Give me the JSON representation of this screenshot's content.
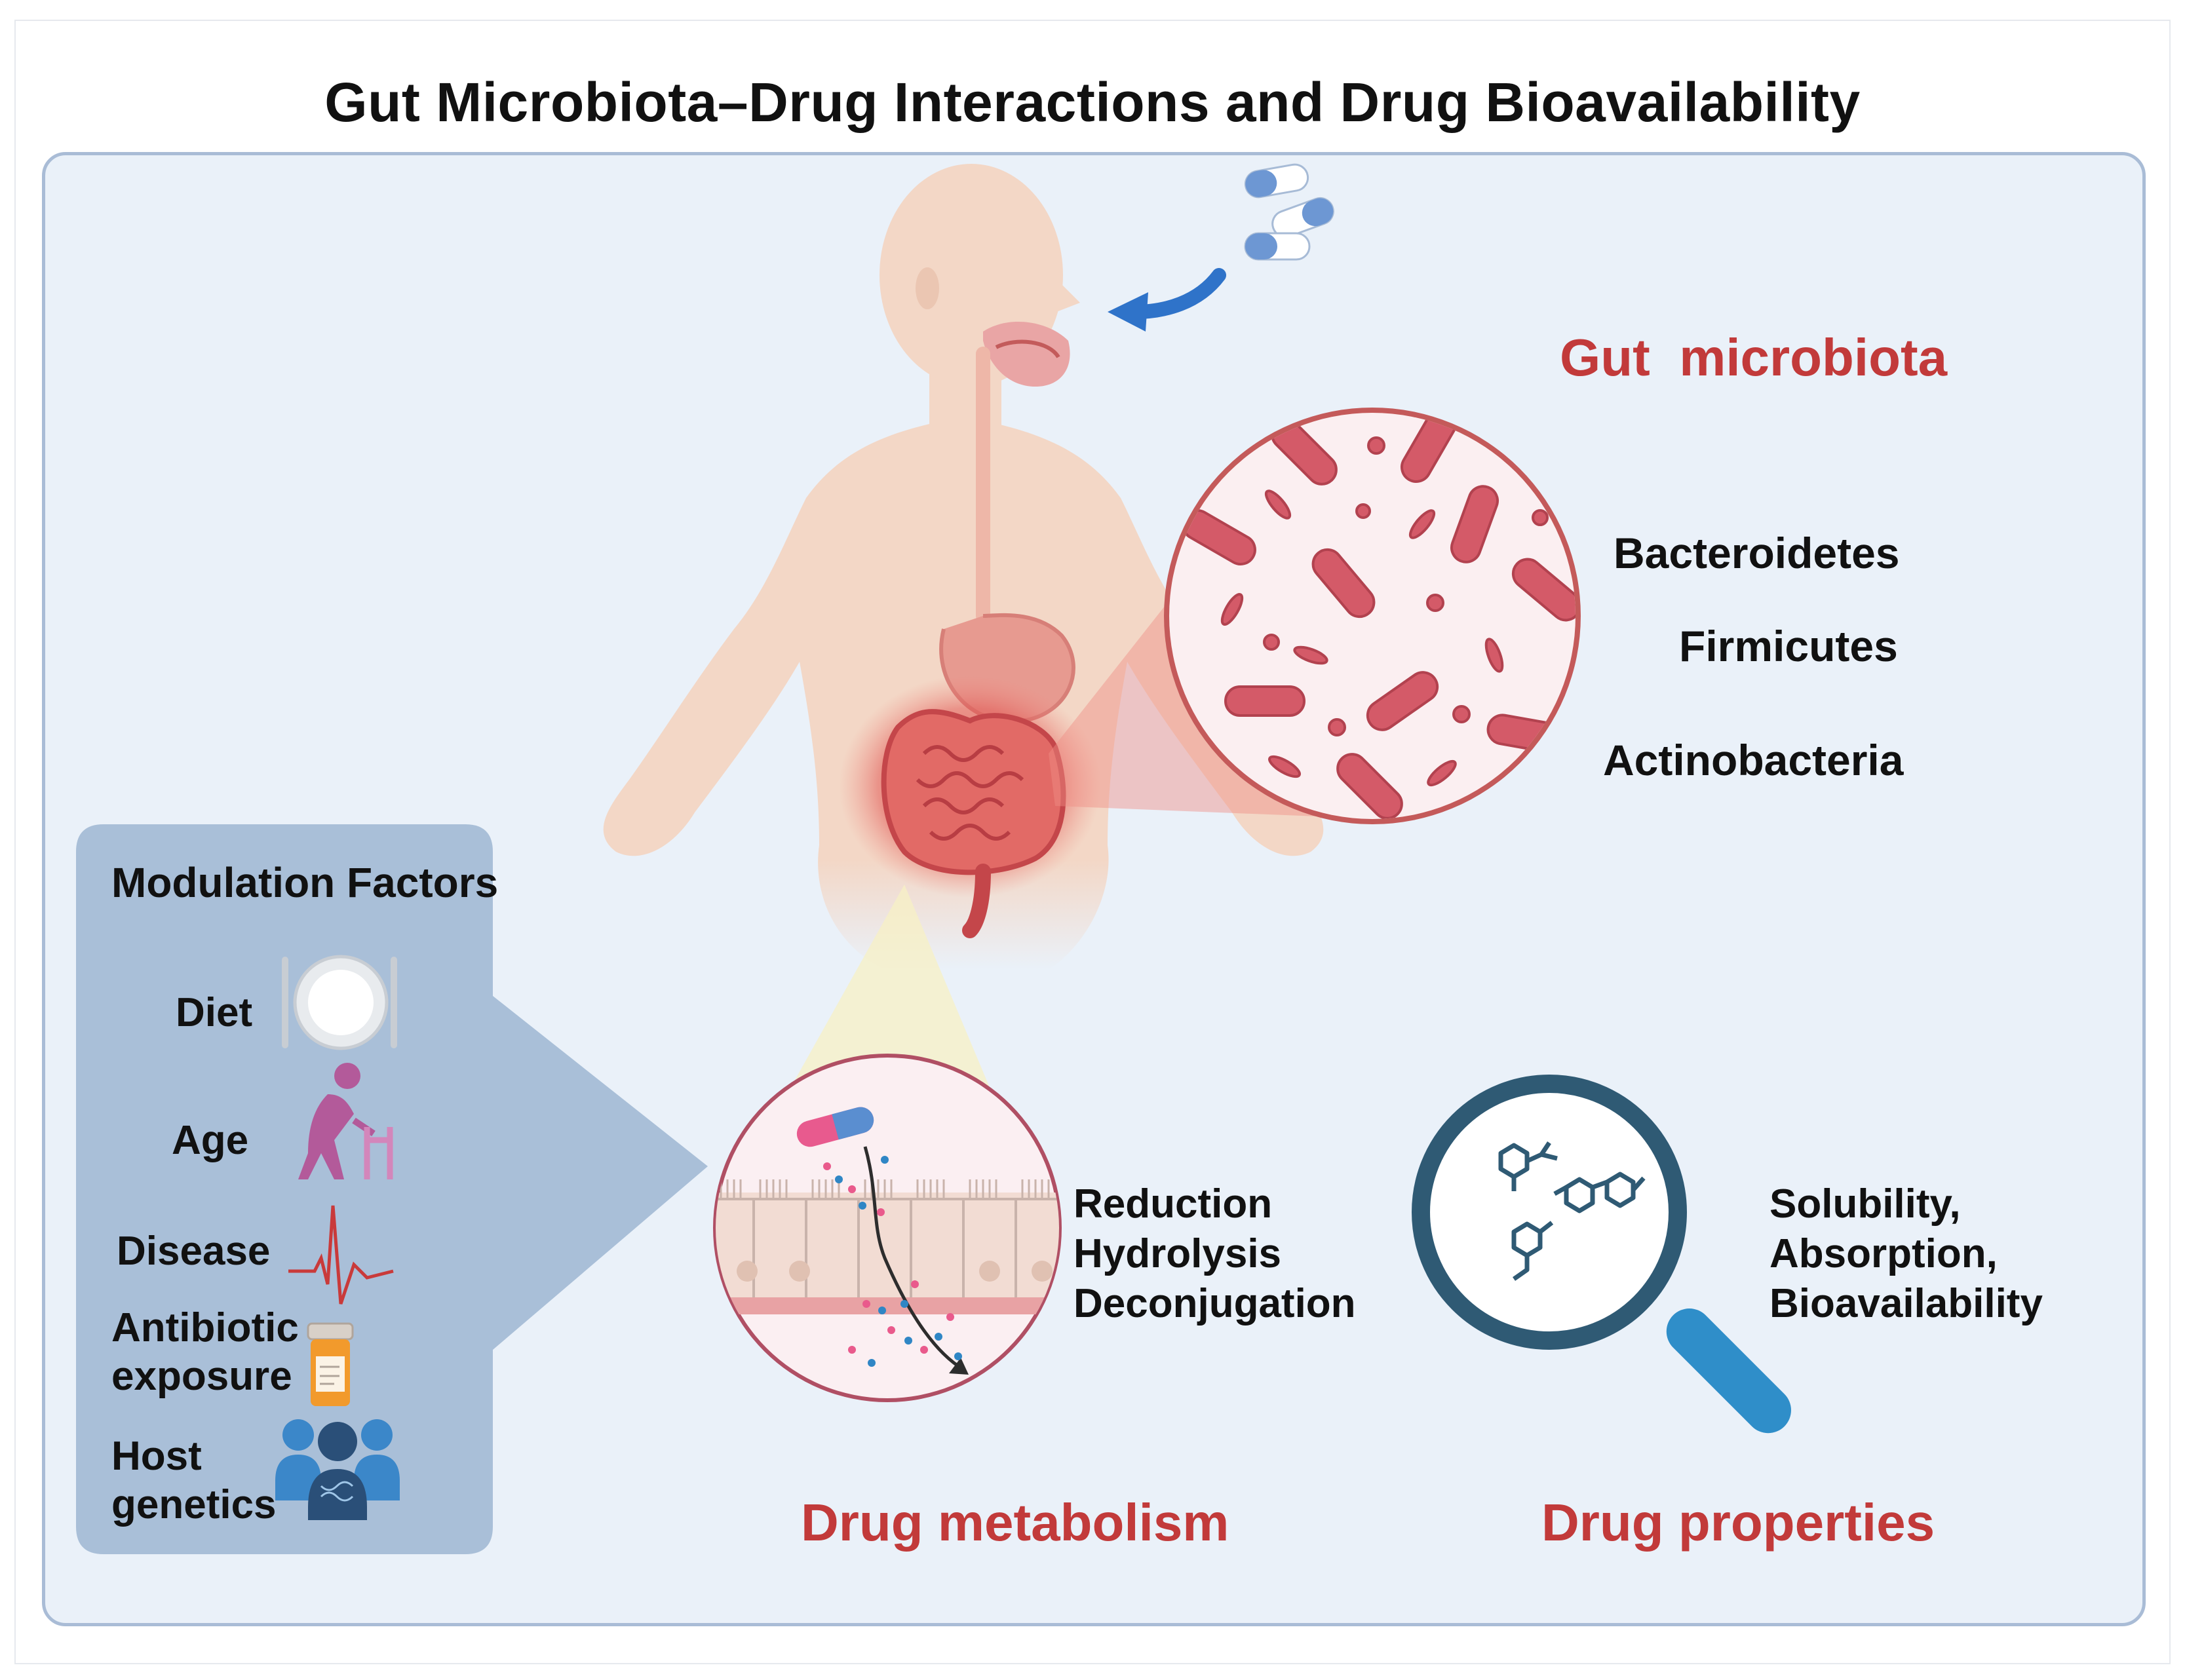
{
  "title": "Gut Microbiota–Drug Interactions and Drug Bioavailability",
  "colors": {
    "panel_bg": "#eaf1f9",
    "panel_border": "#a9bcd6",
    "accent_red": "#c23a3a",
    "modulation_box": "#a9bfd8",
    "skin": "#f3d7c6",
    "bacteria": "#d45a68",
    "magnifier": "#2f5a74",
    "pill_blue": "#5b8fd1"
  },
  "modulation": {
    "title": "Modulation Factors",
    "factors": [
      {
        "label": "Diet",
        "icon": "plate-cutlery-icon"
      },
      {
        "label": "Age",
        "icon": "elderly-walker-icon"
      },
      {
        "label": "Disease",
        "icon": "heartbeat-icon"
      },
      {
        "label_lines": [
          "Antibiotic",
          "exposure"
        ],
        "icon": "pill-bottle-icon"
      },
      {
        "label_lines": [
          "Host",
          "genetics"
        ],
        "icon": "people-dna-icon"
      }
    ]
  },
  "microbiota": {
    "title": "Gut  microbiota",
    "phyla": [
      "Bacteroidetes",
      "Firmicutes",
      "Actinobacteria"
    ]
  },
  "metabolism": {
    "processes": [
      "Reduction",
      "Hydrolysis",
      "Deconjugation"
    ],
    "title": "Drug metabolism"
  },
  "properties": {
    "items": [
      "Solubility,",
      "Absorption,",
      "Bioavailability"
    ],
    "title": "Drug properties"
  },
  "icons": [
    "human-body-icon",
    "capsule-icon",
    "arrow-icon",
    "bacteria-zoom-icon",
    "intestine-epithelium-icon",
    "magnifier-molecule-icon"
  ]
}
